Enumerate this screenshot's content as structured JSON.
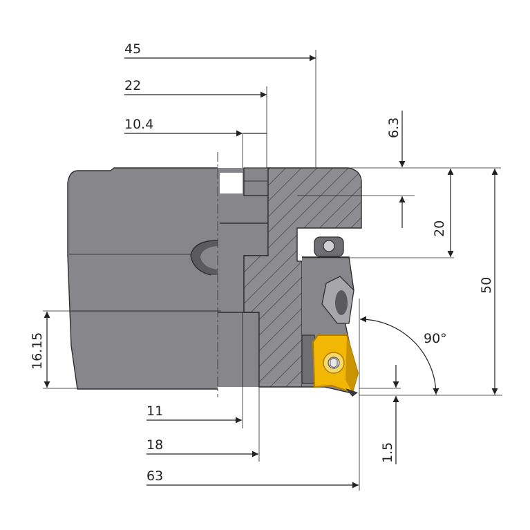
{
  "dimensions": {
    "d45": "45",
    "d22": "22",
    "d10_4": "10.4",
    "d6_3": "6.3",
    "d20": "20",
    "d50": "50",
    "d90": "90°",
    "d16_15": "16.15",
    "d11": "11",
    "d18": "18",
    "d63": "63",
    "d1_5": "1.5"
  },
  "colors": {
    "body": "#87868b",
    "hatch": "#3a393d",
    "insert": "#f2b705",
    "insert_edge": "#b07d00",
    "line": "#222222"
  },
  "icons": [
    "hex-socket-screw-icon",
    "wedge-clamp-icon"
  ]
}
